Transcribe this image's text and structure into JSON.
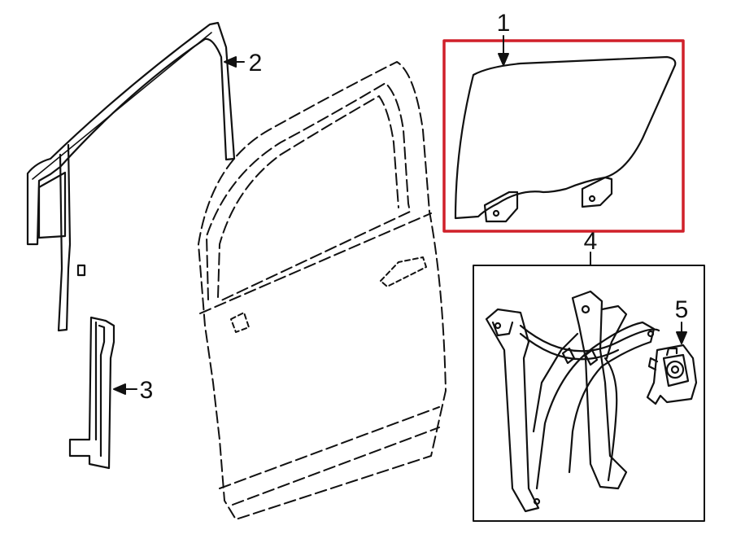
{
  "diagram": {
    "callouts": [
      {
        "id": "c1",
        "label": "1",
        "part": "door-glass"
      },
      {
        "id": "c2",
        "label": "2",
        "part": "glass-run-channel"
      },
      {
        "id": "c3",
        "label": "3",
        "part": "rear-channel-guide"
      },
      {
        "id": "c4",
        "label": "4",
        "part": "window-regulator"
      },
      {
        "id": "c5",
        "label": "5",
        "part": "regulator-motor"
      }
    ],
    "highlight_color": "#d0202a",
    "line_color": "#111111"
  }
}
